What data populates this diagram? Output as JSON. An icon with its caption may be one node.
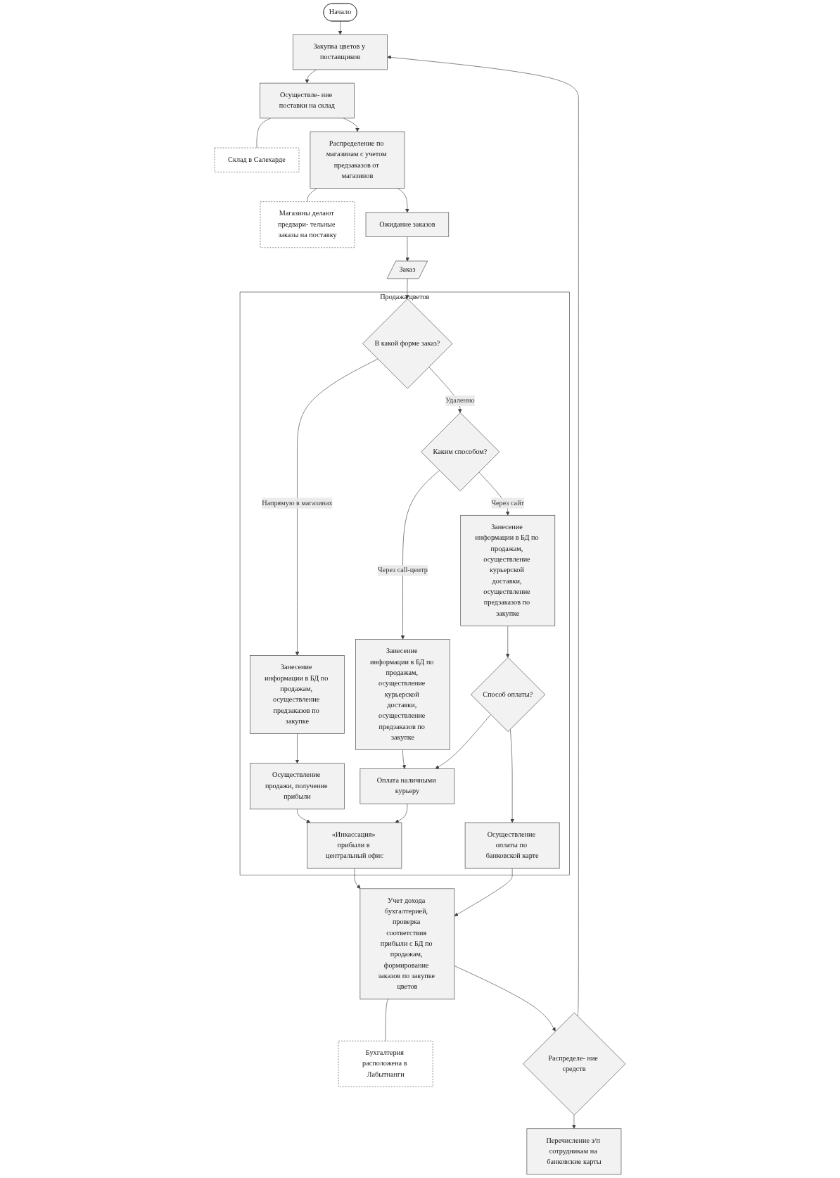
{
  "diagram": {
    "nodes": [
      {
        "text": [
          "Начало"
        ]
      },
      {
        "text": [
          "Закупка цветов у поставщиков"
        ]
      },
      {
        "text": [
          "Осуществле- ние поставки на склад"
        ]
      },
      {
        "text": [
          "Склад в Салехарде"
        ]
      },
      {
        "text": [
          "Распределение по магазинам с учетом предзаказов от магазинов"
        ]
      },
      {
        "text": [
          "Магазины делают предвари- тельные заказы на поставку"
        ]
      },
      {
        "text": [
          "Ожидание заказов"
        ]
      },
      {
        "text": [
          "Заказ"
        ]
      },
      {
        "text": [
          "Продажа цветов"
        ]
      },
      {
        "text": [
          "В какой форме заказ?"
        ],
        "in": 8
      },
      {
        "text": [
          "Каким способом?"
        ],
        "in": 8
      },
      {
        "text": [
          "Занесение информации в БД по продажам, осуществление курьерской доставки, осуществление предзаказов по закупке"
        ],
        "in": 8
      },
      {
        "text": [
          "Занесение информации в БД по продажам, осуществление курьерской доставки, осуществление предзаказов по закупке"
        ],
        "in": 8
      },
      {
        "text": [
          "Занесение информации в БД по продажам, осуществление предзаказов по закупке"
        ],
        "in": 8
      },
      {
        "text": [
          "Осуществление продажи, получение прибыли"
        ],
        "in": 8
      },
      {
        "text": [
          "Способ оплаты?"
        ],
        "in": 8
      },
      {
        "text": [
          "Оплата наличными курьеру"
        ],
        "in": 8
      },
      {
        "text": [
          "«Инкассация» прибыли в центральный офис"
        ],
        "in": 8
      },
      {
        "text": [
          "Осуществление оплаты по банковской карте"
        ],
        "in": 8
      },
      {
        "text": [
          "Бухгалтерия расположена в Лабытнанги"
        ]
      },
      {
        "text": [
          "Учет дохода бухгалтерией, проверка соответствия прибыли с БД по продажам, формирование заказов по закупке цветов"
        ]
      },
      {
        "text": [
          "Распределе- ние средств"
        ]
      },
      {
        "text": [
          "Перечисление з/п сотрудникам на банковские карты"
        ]
      }
    ],
    "edges": [
      {
        "from": 0,
        "to": 1,
        "arrow": "to"
      },
      {
        "from": 1,
        "to": 2,
        "arrow": "to"
      },
      {
        "from": 2,
        "to": 3,
        "arrow": "none"
      },
      {
        "from": 2,
        "to": 4,
        "arrow": "to"
      },
      {
        "from": 4,
        "to": 5,
        "arrow": "none"
      },
      {
        "from": 4,
        "to": 6,
        "arrow": "to"
      },
      {
        "from": 6,
        "to": 7,
        "arrow": "to"
      },
      {
        "from": 7,
        "to": 9,
        "arrow": "to"
      },
      {
        "from": 9,
        "to": 10,
        "arrow": "to",
        "label": "Удаленно"
      },
      {
        "from": 9,
        "to": 13,
        "arrow": "to",
        "label": "Напрямую в магазинах"
      },
      {
        "from": 10,
        "to": 11,
        "arrow": "to",
        "label": "Через сайт"
      },
      {
        "from": 10,
        "to": 12,
        "arrow": "to",
        "label": "Через call-центр"
      },
      {
        "from": 11,
        "to": 15,
        "arrow": "to"
      },
      {
        "from": 12,
        "to": 16,
        "arrow": "to"
      },
      {
        "from": 13,
        "to": 14,
        "arrow": "to"
      },
      {
        "from": 14,
        "to": 17,
        "arrow": "to"
      },
      {
        "from": 15,
        "to": 16,
        "arrow": "to"
      },
      {
        "from": 15,
        "to": 18,
        "arrow": "to"
      },
      {
        "from": 16,
        "to": 17,
        "arrow": "to"
      },
      {
        "from": 17,
        "to": 20,
        "arrow": "to"
      },
      {
        "from": 18,
        "to": 20,
        "arrow": "to"
      },
      {
        "from": 20,
        "to": 19,
        "arrow": "none"
      },
      {
        "from": 20,
        "to": 21,
        "arrow": "to"
      },
      {
        "from": 21,
        "to": 1,
        "arrow": "to"
      },
      {
        "from": 21,
        "to": 22,
        "arrow": "to"
      }
    ]
  }
}
